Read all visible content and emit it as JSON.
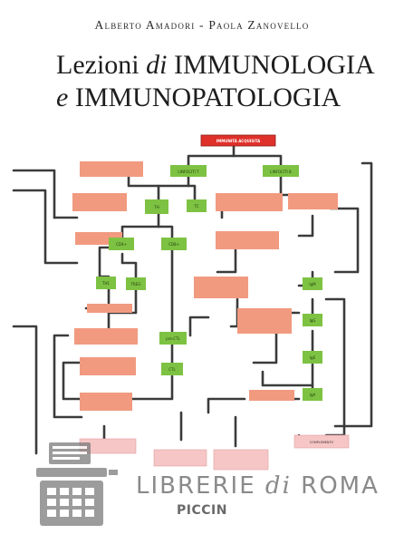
{
  "cover": {
    "authors": "Alberto Amadori - Paola Zanovello",
    "title_line1_part1": "Lezioni ",
    "title_line1_italic": "di",
    "title_line1_part2": " IMMUNOLOGIA",
    "title_line2_italic": "e",
    "title_line2_part2": " IMMUNOPATOLOGIA",
    "publisher": "PICCIN"
  },
  "diagram": {
    "root_label": "IMMUNITÀ ACQUISITA",
    "lymph_t": "LINFOCITI T",
    "lymph_b": "LINFOCITI B",
    "th": "TH",
    "tc": "TC",
    "cd4": "CD4+",
    "cd8": "CD8+",
    "tw": "TH1",
    "treg": "TREG",
    "ctl": "CTL",
    "preCtl": "pre-CTL",
    "igm": "IgM",
    "igg": "IgG",
    "ige": "IgE",
    "iga": "IgA",
    "complement": "COMPLEMENTO",
    "colors": {
      "red": "#e0302a",
      "green": "#7dc242",
      "salmon": "#f19a80",
      "pink": "#f6c6c6",
      "line": "#3b3b3b"
    }
  },
  "watermark": {
    "brand_part1": "LIBRERIE ",
    "brand_italic": "di",
    "brand_part2": " ROMA",
    "logo_icon": "typewriter-icon"
  }
}
